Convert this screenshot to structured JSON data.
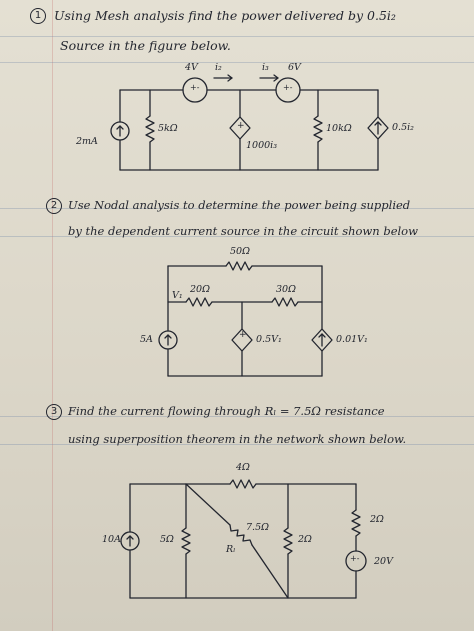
{
  "questions": [
    {
      "number": "1",
      "line1": "Using Mesh analysis find the power delivered by 0.5i₂",
      "line2": "Source in the figure below.",
      "labels": {
        "v4": "4V",
        "i2": "i₂",
        "i3": "i₃",
        "v6": "6V",
        "src2ma": "2mA",
        "r5k": "5kΩ",
        "dep1000": "1000i₃",
        "r10k": "10kΩ",
        "dep05": "0.5i₂"
      }
    },
    {
      "number": "2",
      "line1": "Use Nodal analysis to determine the power being supplied",
      "line2": "by the dependent current source in the circuit shown below",
      "labels": {
        "r50": "50Ω",
        "v1": "V₁",
        "r20": "20Ω",
        "r30": "30Ω",
        "src5a": "5A",
        "dep05v": "0.5V₁",
        "dep001v": "0.01V₁"
      }
    },
    {
      "number": "3",
      "line1": "Find the current flowing through Rₗ = 7.5Ω resistance",
      "line2": "using superposition theorem in the network shown below.",
      "labels": {
        "r4": "4Ω",
        "src10a": "10A",
        "r5": "5Ω",
        "r75": "7.5Ω",
        "rl": "Rₗ",
        "r2a": "2Ω",
        "r2b": "2Ω",
        "v20": "20V"
      }
    }
  ]
}
